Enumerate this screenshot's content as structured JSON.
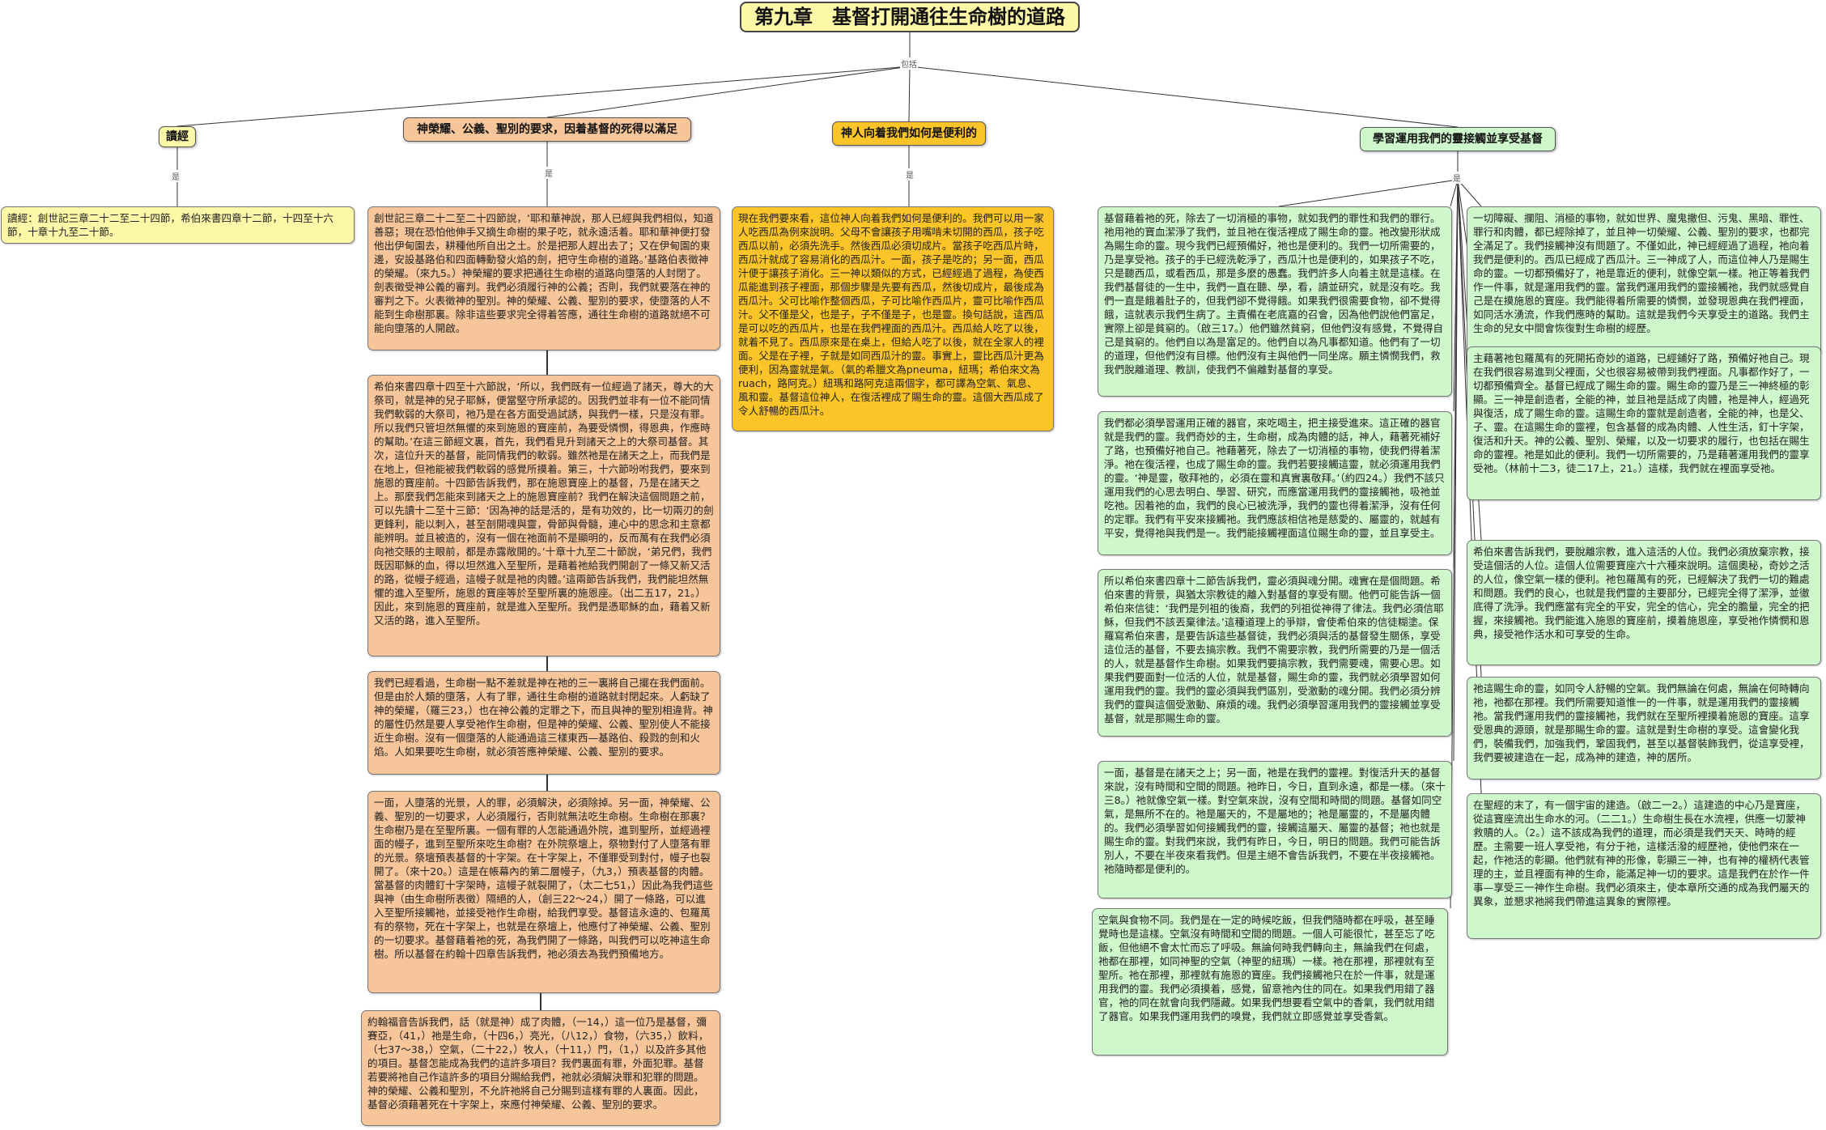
{
  "title": "第九章　基督打開通往生命樹的道路",
  "root_connector": "包括",
  "branch_connector": "是",
  "branches": [
    {
      "label": "讀經",
      "color": "#fdf7a8",
      "notes": [
        "讀經：創世記三章二十二至二十四節，希伯來書四章十二節，十四至十六節，十章十九至二十節。"
      ]
    },
    {
      "label": "神榮耀、公義、聖別的要求，因着基督的死得以滿足",
      "color": "#f7c59a",
      "notes": [
        "創世記三章二十二至二十四節說，‘耶和華神說，那人已經與我們相似，知道善惡；現在恐怕他伸手又摘生命樹的果子吃，就永遠活着。耶和華神便打發他出伊甸園去，耕種他所自出之土。於是把那人趕出去了；又在伊甸園的東邊，安設基路伯和四面轉動發火焰的劍，把守生命樹的道路。’基路伯表徵神的榮耀。（來九5。）神榮耀的要求把通往生命樹的道路向墮落的人封閉了。劍表徵受神公義的審判。我們必須履行神的公義；否則，我們就要落在神的審判之下。火表徵神的聖別。神的榮耀、公義、聖別的要求，使墮落的人不能到生命樹那裏。除非這些要求完全得着答應，通往生命樹的道路就絕不可能向墮落的人開啟。",
        "希伯來書四章十四至十六節說，‘所以，我們既有一位經過了諸天，尊大的大祭司，就是神的兒子耶穌，便當堅守所承認的。因我們並非有一位不能同情我們軟弱的大祭司，祂乃是在各方面受過試誘，與我們一樣，只是沒有罪。所以我們只管坦然無懼的來到施恩的寶座前，為要受憐憫，得恩典，作應時的幫助。’在這三節經文裏，首先，我們看見升到諸天之上的大祭司基督。其次，這位升天的基督，能同情我們的軟弱。雖然祂是在諸天之上，而我們是在地上，但祂能被我們軟弱的感覺所摸着。第三，十六節吩咐我們，要來到施恩的寶座前。十四節告訴我們，那在施恩寶座上的基督，乃是在諸天之上。那麼我們怎能來到諸天之上的施恩寶座前？我們在解決這個問題之前，可以先讀十二至十三節：‘因為神的話是活的，是有功效的，比一切兩刃的劍更鋒利，能以刺入，甚至剖開魂與靈，骨節與骨髓，連心中的思念和主意都能辨明。並且被造的，沒有一個在祂面前不是顯明的，反而萬有在我們必須向祂交賬的主眼前，都是赤露敞開的。’十章十九至二十節說，‘弟兄們，我們既因耶穌的血，得以坦然進入至聖所，是藉着祂給我們開創了一條又新又活的路，從幔子經過，這幔子就是祂的肉體。’這兩節告訴我們，我們能坦然無懼的進入至聖所，施恩的寶座等於至聖所裏的施恩座。（出二五17，21。）因此，來到施恩的寶座前，就是進入至聖所。我們是憑耶穌的血，藉着又新又活的路，進入至聖所。",
        "我們已經看過，生命樹一點不差就是神在祂的三一裏將自己擺在我們面前。但是由於人類的墮落，人有了罪，通往生命樹的道路就封閉起來。人虧缺了神的榮耀，（羅三23，）也在神公義的定罪之下，而且與神的聖別相違背。神的屬性仍然是要人享受祂作生命樹，但是神的榮耀、公義、聖別使人不能接近生命樹。沒有一個墮落的人能通過這三樣東西—基路伯、殺戮的劍和火焰。人如果要吃生命樹，就必須答應神榮耀、公義、聖別的要求。",
        "一面，人墮落的光景，人的罪，必須解決，必須除掉。另一面，神榮耀、公義、聖別的一切要求，人必須履行，否則就無法吃生命樹。生命樹在那裏？生命樹乃是在至聖所裏。一個有罪的人怎能通過外院，進到聖所，並經過裡面的幔子，進到至聖所來吃生命樹？在外院祭壇上，祭物對付了人墮落有罪的光景。祭壇預表基督的十字架。在十字架上，不僅罪受到對付，幔子也裂開了。（來十20。）這是在帳幕內的第二層幔子，（九3，）預表基督的肉體。當基督的肉體釘十字架時，這幔子就裂開了，（太二七51，）因此為我們這些與神（由生命樹所表徵）隔絕的人，（創三22～24，）開了一條路，可以進入至聖所接觸祂，並接受祂作生命樹，給我們享受。基督這永遠的、包羅萬有的祭物，死在十字架上，也就是在祭壇上，他應付了神榮耀、公義、聖別的一切要求。基督藉着祂的死，為我們開了一條路，叫我們可以吃神這生命樹。所以基督在約翰十四章告訴我們，祂必須去為我們預備地方。",
        "約翰福音告訴我們，話（就是神）成了肉體，（一14，）這一位乃是基督，彌賽亞，（41，）祂是生命，（十四6，）亮光，（八12，）食物，（六35，）飲料，（七37～38，）空氣，（二十22，）牧人，（十11，）門，（1，）以及許多其他的項目。基督怎能成為我們的這許多項目？我們裏面有罪，外面犯罪。基督若要將祂自己作這許多的項目分賜給我們，祂就必須解決罪和犯罪的問題。神的榮耀、公義和聖別，不允許祂將自己分賜到這樣有罪的人裏面。因此，基督必須藉著死在十字架上，來應付神榮耀、公義、聖別的要求。"
      ]
    },
    {
      "label": "神人向着我們如何是便利的",
      "color": "#fbc52a",
      "notes": [
        "現在我們要來看，這位神人向着我們如何是便利的。我們可以用一家人吃西瓜為例來說明。父母不會讓孩子用嘴啃未切開的西瓜，孩子吃西瓜以前，必須先洗手。然後西瓜必須切成片。當孩子吃西瓜片時，西瓜汁就成了容易消化的西瓜汁。一面，孩子是吃的；另一面，西瓜汁便于讓孩子消化。三一神以類似的方式，已經經過了過程，為使西瓜能進到孩子裡面，那個步驟是先要有西瓜，然後切成片，最後成為西瓜汁。父可比喻作整個西瓜，子可比喻作西瓜片，靈可比喻作西瓜汁。父不僅是父，也是子，子不僅是子，也是靈。換句話說，這西瓜是可以吃的西瓜片，也是在我們裡面的西瓜汁。西瓜給人吃了以後，就着不見了。西瓜原來是在桌上，但給人吃了以後，就在全家人的裡面。父是在子裡，子就是如同西瓜汁的靈。事實上，靈比西瓜汁更為便利，因為靈就是氣。（氣的希臘文為pneuma，紐瑪；希伯來文為ruach，路阿克。）紐瑪和路阿克這兩個字，都可譯為空氣、氣息、風和靈。基督這位神人，在復活裡成了賜生命的靈。這個大西瓜成了令人舒暢的西瓜汁。"
      ]
    },
    {
      "label": "學習運用我們的靈接觸並享受基督",
      "color": "#cff7cc",
      "columns": [
        [
          "基督藉着祂的死，除去了一切消極的事物，就如我們的罪性和我們的罪行。祂用祂的寶血潔淨了我們，並且祂在復活裡成了賜生命的靈。祂改變形狀成為賜生命的靈。現今我們已經預備好，祂也是便利的。我們一切所需要的，乃是享受祂。孩子的手已經洗乾淨了，西瓜汁也是便利的，如果孩子不吃，只是聽西瓜，或看西瓜，那是多麼的愚蠢。我們許多人向着主就是這樣。在我們基督徒的一生中，我們一直在聽、學，看，讀並研究，就是沒有吃。我們一直是餓着肚子的，但我們卻不覺得餓。如果我們很需要食物，卻不覺得餓，這就表示我們生病了。主責備在老底嘉的召會，因為他們說他們富足，實際上卻是貧窮的。（啟三17。）他們雖然貧窮，但他們沒有感覺，不覺得自己是貧窮的。他們自以為是富足的。他們自以為凡事都知道。他們有了一切的道理，但他們沒有目標。他們沒有主與他們一同坐席。願主憐憫我們，救我們脫離道理、教訓，使我們不偏離對基督的享受。",
          "我們都必須學習運用正確的器官，來吃喝主，把主接受進來。這正確的器官就是我們的靈。我們奇妙的主，生命樹，成為肉體的話，神人，藉著死補好了路，也預備好祂自己。祂藉著死，除去了一切消極的事物，使我們得着潔淨。祂在復活裡，也成了賜生命的靈。我們若要接觸這靈，就必須運用我們的靈。‘神是靈，敬拜祂的，必須在靈和真實裏敬拜。’（約四24。）我們不該只運用我們的心思去明白、學習、研究，而應當運用我們的靈接觸祂，吸祂並吃祂。因着祂的血，我們的良心已被洗淨，我們的靈也得着潔淨，沒有任何的定罪。我們有平安來接觸祂。我們應該相信祂是慈愛的、屬靈的，就越有平安，覺得祂與我們是一。我們能接觸裡面這位賜生命的靈，並且享受主。",
          "所以希伯來書四章十二節告訴我們，靈必須與魂分開。魂實在是個問題。希伯來書的背景，與猶太宗教徒的離入對基督的享受有關。他們可能告訴一個希伯來信徒：‘我們是列祖的後裔，我們的列祖從神得了律法。我們必須信耶穌，但我們不該丟棄律法。’這種道理上的爭辯，會使希伯來的信徒糊塗。保羅寫希伯來書，是要告訴這些基督徒，我們必須與活的基督發生關係，享受這位活的基督，不要去搞宗教。我們不需要宗教，我們所需要的乃是一個活的人，就是基督作生命樹。如果我們要搞宗教，我們需要魂，需要心思。如果我們要面對一位活的人位，就是基督，賜生命的靈，我們就必須學習如何運用我們的靈。我們的靈必須與我們區別，受激動的魂分開。我們必須分辨我們的靈與這個受激動、麻煩的魂。我們必須學習運用我們的靈接觸並享受基督，就是那賜生命的靈。",
          "一面，基督是在諸天之上；另一面，祂是在我們的靈裡。對復活升天的基督來說，沒有時間和空間的問題。祂昨日，今日，直到永遠，都是一樣。（來十三8。）祂就像空氣一樣。對空氣來說，沒有空間和時間的問題。基督如同空氣，是無所不在的。祂是屬天的，不是屬地的；祂是屬靈的，不是屬肉體的。我們必須學習如何接觸我們的靈，接觸這屬天、屬靈的基督；祂也就是賜生命的靈。對我們來說，我們有昨日，今日，明日的問題。我們可能告訴別人，不要在半夜來看我們。但是主絕不會告訴我們，不要在半夜接觸祂。祂隨時都是便利的。",
          "空氣與食物不同。我們是在一定的時候吃飯，但我們隨時都在呼吸，甚至睡覺時也是這樣。空氣沒有時間和空間的問題。一個人可能很忙，甚至忘了吃飯，但他絕不會太忙而忘了呼吸。無論何時我們轉向主，無論我們在何處，祂都在那裡，如同神聖的空氣（神聖的紐瑪）一樣。祂在那裡，那裡就有至聖所。祂在那裡，那裡就有施恩的寶座。我們接觸祂只在於一件事，就是運用我們的靈。我們必須摸着，感覺，留意祂內住的同在。如果我們用錯了器官，祂的同在就會向我們隱藏。如果我們想要看空氣中的香氣，我們就用錯了器官。如果我們運用我們的嗅覺，我們就立即感覺並享受香氣。"
        ],
        [
          "一切障礙、攔阻、消極的事物，就如世界、魔鬼撒但、污鬼、黑暗、罪性、罪行和肉體，都已經除掉了，並且神一切榮耀、公義、聖別的要求，也都完全滿足了。我們接觸神沒有問題了。不僅如此，神已經經過了過程，祂向着我們是便利的。西瓜已經成了西瓜汁。三一神成了人，而這位神人乃是賜生命的靈。一切都預備好了，祂是靠近的便利，就像空氣一樣。祂正等着我們作一件事，就是運用我們的靈。當我們運用我們的靈接觸祂，我們就感覺自己是在摸施恩的寶座。我們能得着所需要的憐憫，並發現恩典在我們裡面，如同活水湧流，作我們應時的幫助。這就是我們今天享受主的道路。我們主生命的兒女中間會恢復對生命樹的經歷。",
          "主藉著祂包羅萬有的死開拓奇妙的道路，已經鋪好了路，預備好祂自己。現在我們很容易進到父裡面，父也很容易被帶到我們裡面。凡事都作好了，一切都預備齊全。基督已經成了賜生命的靈。賜生命的靈乃是三一神終極的彰顯。三一神是創造者，全能的神，並且祂是話成了肉體，祂是神人，經過死與復活，成了賜生命的靈。這賜生命的靈就是創造者，全能的神，也是父、子、靈。在這賜生命的靈裡，包含基督的成為肉體、人性生活，釘十字架，復活和升天。神的公義、聖別、榮耀，以及一切要求的履行，也包括在賜生命的靈裡。祂是如此的便利。我們一切所需要的，乃是藉著運用我們的靈享受祂。（林前十二3，徒二17上，21。）這樣，我們就在裡面享受祂。",
          "希伯來書告訴我們，要脫離宗教，進入這活的人位。我們必須放棄宗教，接受這個活的人位。這個人位需要寶座六十六種來說明。這個奧秘，奇妙之活的人位，像空氣一樣的便利。祂包羅萬有的死，已經解決了我們一切的難處和問題。我們的良心，也就是我們靈的主要部分，已經完全得了潔淨，並徹底得了洗淨。我們應當有完全的平安，完全的信心，完全的膽量，完全的把握，來接觸祂。我們能進入施恩的寶座前，摸着施恩座，享受祂作憐憫和恩典，接受祂作活水和可享受的生命。",
          "祂這賜生命的靈，如同令人舒暢的空氣。我們無論在何處，無論在何時轉向祂，祂都在那裡。我們所需要知道惟一的一件事，就是運用我們的靈接觸祂。當我們運用我們的靈接觸祂，我們就在至聖所裡摸着施恩的寶座。這享受恩典的源頭，就是那賜生命的靈。這就是對生命樹的享受。這會變化我們，裝備我們，加強我們，鞏固我們，甚至以基督裝飾我們，從這享受裡，我們要被建造在一起，成為神的建造，神的居所。",
          "在聖經的末了，有一個宇宙的建造。（啟二一2。）這建造的中心乃是寶座，從這寶座流出生命水的河。（二二1。）生命樹生長在水流裡，供應一切蒙神救贖的人。（2。）這不該成為我們的道理，而必須是我們天天、時時的經歷。主需要一班人享受祂，有分于祂，這樣活潑的經歷祂，使他們來在一起，作祂活的彰顯。他們就有神的形像，彰顯三一神，也有神的權柄代表管理的主，並且裡面有神的生命，能滿足神一切的要求。這是我們在於作一件事—享受三一神作生命樹。我們必須來主，使本章所交通的成為我們屬天的異象，並懇求祂將我們帶進這異象的實際裡。"
        ]
      ]
    }
  ]
}
